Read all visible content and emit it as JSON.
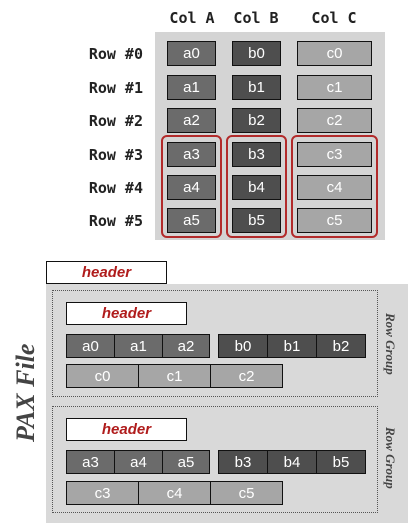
{
  "table": {
    "columns": [
      "Col A",
      "Col B",
      "Col C"
    ],
    "rows": [
      "Row #0",
      "Row #1",
      "Row #2",
      "Row #3",
      "Row #4",
      "Row #5"
    ],
    "cells": {
      "a": [
        "a0",
        "a1",
        "a2",
        "a3",
        "a4",
        "a5"
      ],
      "b": [
        "b0",
        "b1",
        "b2",
        "b3",
        "b4",
        "b5"
      ],
      "c": [
        "c0",
        "c1",
        "c2",
        "c3",
        "c4",
        "c5"
      ]
    }
  },
  "pax": {
    "title": "PAX File",
    "file_header": "header",
    "row_groups": [
      {
        "label": "Row Group",
        "header": "header",
        "a": [
          "a0",
          "a1",
          "a2"
        ],
        "b": [
          "b0",
          "b1",
          "b2"
        ],
        "c": [
          "c0",
          "c1",
          "c2"
        ]
      },
      {
        "label": "Row Group",
        "header": "header",
        "a": [
          "a3",
          "a4",
          "a5"
        ],
        "b": [
          "b3",
          "b4",
          "b5"
        ],
        "c": [
          "c3",
          "c4",
          "c5"
        ]
      }
    ]
  },
  "colors": {
    "col_a": "#6b6b6b",
    "col_b": "#4e4e4e",
    "col_c": "#a6a6a6",
    "highlight": "#b22a2a",
    "header_text": "#b01c1c"
  }
}
